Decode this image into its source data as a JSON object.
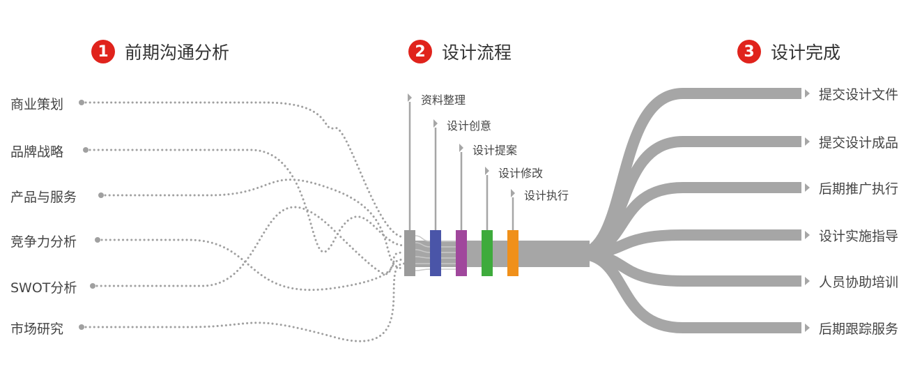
{
  "headers": [
    {
      "number": "1",
      "title": "前期沟通分析"
    },
    {
      "number": "2",
      "title": "设计流程"
    },
    {
      "number": "3",
      "title": "设计完成"
    }
  ],
  "inputs": [
    "商业策划",
    "品牌战略",
    "产品与服务",
    "竞争力分析",
    "SWOT分析",
    "市场研究"
  ],
  "steps": [
    {
      "label": "资料整理",
      "color": "#9a9a9a"
    },
    {
      "label": "设计创意",
      "color": "#4a55a8"
    },
    {
      "label": "设计提案",
      "color": "#a0479c"
    },
    {
      "label": "设计修改",
      "color": "#3eab3c"
    },
    {
      "label": "设计执行",
      "color": "#f0901a"
    }
  ],
  "outputs": [
    "提交设计文件",
    "提交设计成品",
    "后期推广执行",
    "设计实施指导",
    "人员协助培训",
    "后期跟踪服务"
  ],
  "colors": {
    "accent": "#e0231c",
    "flow": "#a6a6a6",
    "dots": "#a0a0a0"
  }
}
